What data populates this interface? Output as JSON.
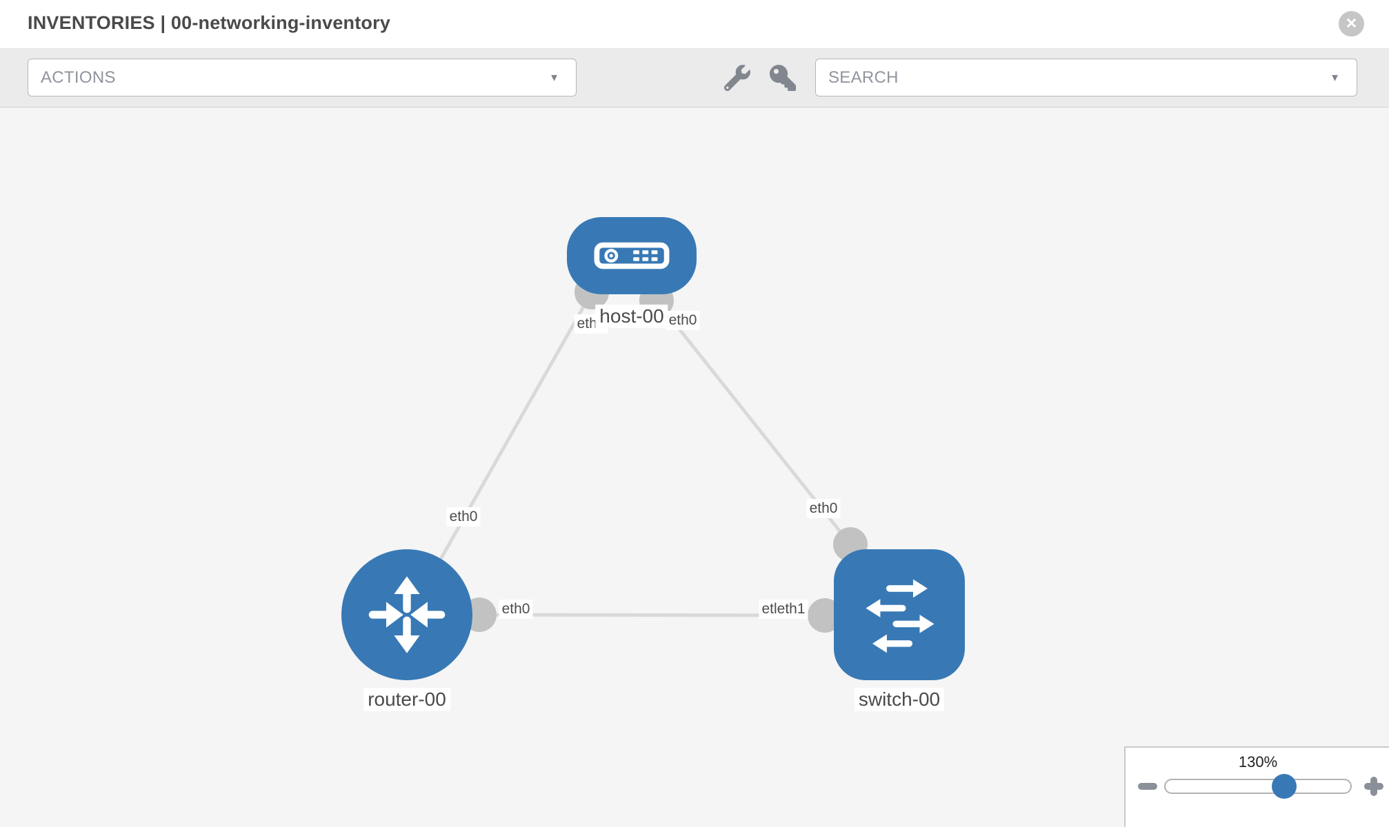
{
  "header": {
    "title": "INVENTORIES | 00-networking-inventory"
  },
  "toolbar": {
    "actions_label": "ACTIONS",
    "search_label": "SEARCH"
  },
  "icons": {
    "close": "✕",
    "caret": "▼",
    "wrench": "wrench-icon",
    "key": "key-icon",
    "zoom_out": "minus-icon",
    "zoom_in": "plus-icon"
  },
  "canvas": {
    "nodes": [
      {
        "label": "host-00",
        "type": "host"
      },
      {
        "label": "router-00",
        "type": "router"
      },
      {
        "label": "switch-00",
        "type": "switch"
      }
    ],
    "links": [
      {
        "from": "host-00",
        "to": "router-00"
      },
      {
        "from": "host-00",
        "to": "switch-00"
      },
      {
        "from": "router-00",
        "to": "switch-00"
      }
    ],
    "interfaces": [
      {
        "text": "eth0",
        "link": "host-router",
        "end": "host"
      },
      {
        "text": "eth0",
        "link": "host-switch",
        "end": "host"
      },
      {
        "text": "eth0",
        "link": "host-router",
        "end": "router"
      },
      {
        "text": "eth0",
        "link": "host-switch",
        "end": "switch"
      },
      {
        "text": "eth0",
        "link": "router-switch",
        "end": "router"
      },
      {
        "text": "etleth1",
        "link": "router-switch",
        "end": "switch"
      }
    ]
  },
  "zoom": {
    "level": "130%"
  },
  "colors": {
    "node_blue": "#3879b5",
    "link_gray": "#d9d9d9",
    "connector_gray": "#c2c2c2",
    "canvas_bg": "#f5f5f5",
    "toolbar_bg": "#ebebeb",
    "icon_gray": "#81868f"
  }
}
